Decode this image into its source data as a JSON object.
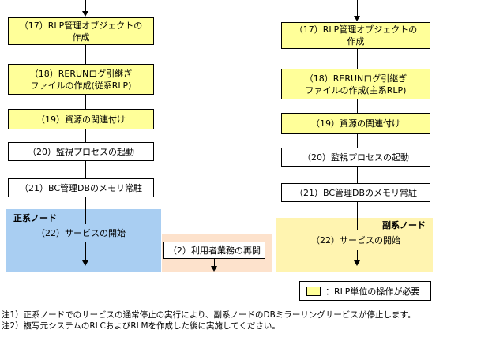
{
  "left_flow": {
    "steps": [
      {
        "label": "（17）RLP管理オブジェクトの\n作成",
        "rlp": true
      },
      {
        "label": "（18）RERUNログ引継ぎ\nファイルの作成(従系RLP)",
        "rlp": true
      },
      {
        "label": "（19）資源の関連付け",
        "rlp": true
      },
      {
        "label": "（20）監視プロセスの起動",
        "rlp": false
      },
      {
        "label": "（21）BC管理DBのメモリ常駐",
        "rlp": false
      },
      {
        "label": "（22）サービスの開始",
        "rlp": false
      }
    ],
    "region_label": "正系ノード"
  },
  "middle_flow": {
    "steps": [
      {
        "label": "（2）利用者業務の再開",
        "rlp": false
      }
    ]
  },
  "right_flow": {
    "steps": [
      {
        "label": "（17）RLP管理オブジェクトの\n作成",
        "rlp": true
      },
      {
        "label": "（18）RERUNログ引継ぎ\nファイルの作成(主系RLP)",
        "rlp": true
      },
      {
        "label": "（19）資源の関連付け",
        "rlp": true
      },
      {
        "label": "（20）監視プロセスの起動",
        "rlp": false
      },
      {
        "label": "（21）BC管理DBのメモリ常駐",
        "rlp": false
      },
      {
        "label": "（22）サービスの開始",
        "rlp": false
      }
    ],
    "region_label": "副系ノード"
  },
  "legend": {
    "label": "：RLP単位の操作が必要"
  },
  "notes": [
    "注1）正系ノードでのサービスの通常停止の実行により、副系ノードのDBミラーリングサービスが停止します。",
    "注2）複写元システムのRLCおよびRLMを作成した後に実施してください。"
  ],
  "colors": {
    "rlp_fill": "#ffff99",
    "primary_region": "#a9cef2",
    "secondary_region": "#fff4b0",
    "middle_region": "#fde2cc"
  }
}
